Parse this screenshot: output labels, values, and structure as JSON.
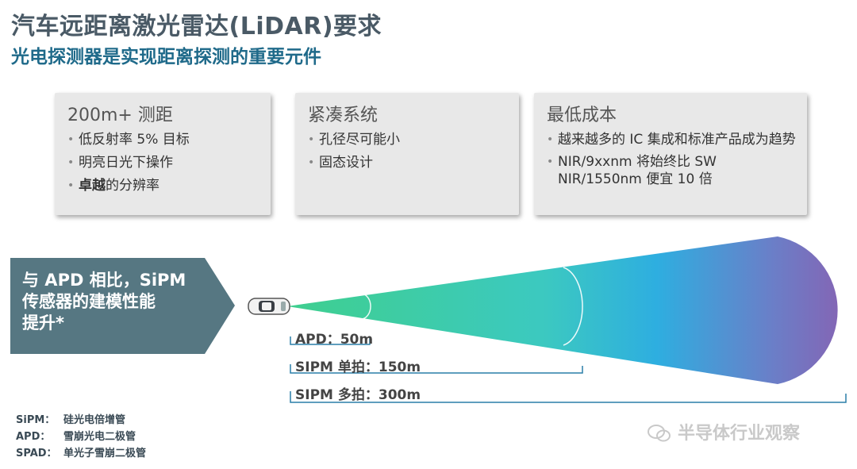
{
  "header": {
    "title": "汽车远距离激光雷达(LiDAR)要求",
    "subtitle": "光电探测器是实现距离探测的重要元件"
  },
  "cards": [
    {
      "heading": "200m+ 测距",
      "items": [
        "低反射率 5% 目标",
        "明亮日光下操作"
      ],
      "item_bold_part": "卓越",
      "item_rest_part": "的分辨率"
    },
    {
      "heading": "紧凑系统",
      "items": [
        "孔径尽可能小",
        "固态设计"
      ]
    },
    {
      "heading": "最低成本",
      "items": [
        "越来越多的 IC 集成和标准产品成为趋势",
        "NIR/9xxnm 将始终比 SW NIR/1550nm 便宜 10 倍"
      ]
    }
  ],
  "callout": {
    "line1": "与 APD 相比，SiPM",
    "line2": "传感器的建模性能",
    "line3": "提升*"
  },
  "ranges": {
    "apd": "APD：50m",
    "sipm_single": "SIPM 单拍：150m",
    "sipm_multi": "SIPM 多拍：300m"
  },
  "legend": [
    {
      "key": "SiPM：",
      "value": "硅光电倍增管"
    },
    {
      "key": "APD：",
      "value": "雪崩光电二极管"
    },
    {
      "key": "SPAD：",
      "value": "单光子雪崩二极管"
    }
  ],
  "watermark": "半导体行业观察",
  "colors": {
    "title": "#4a5a66",
    "subtitle": "#1f6a8a",
    "callout_bg": "#567782",
    "beam_start": "#3fcf8e",
    "beam_mid": "#2ea8d8",
    "beam_end": "#8a5fb0",
    "range_line": "#2a7fa8"
  }
}
